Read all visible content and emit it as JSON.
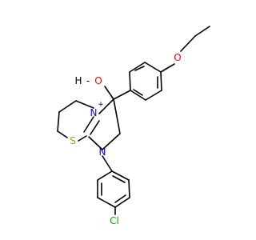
{
  "atoms": {
    "O_ether": {
      "symbol": "O",
      "color": "#ff0000"
    },
    "O_hydroxyl": {
      "symbol": "O",
      "color": "#ff0000"
    },
    "H_hydroxyl": {
      "symbol": "H",
      "color": "#000000"
    },
    "N_plus": {
      "symbol": "N",
      "color": "#0000ff",
      "charge": "+"
    },
    "N_ring": {
      "symbol": "N",
      "color": "#0000ff"
    },
    "S_ring": {
      "symbol": "S",
      "color": "#b8a300"
    },
    "Cl": {
      "symbol": "Cl",
      "color": "#00b000"
    }
  },
  "bond_color": "#000000",
  "background": "#ffffff"
}
